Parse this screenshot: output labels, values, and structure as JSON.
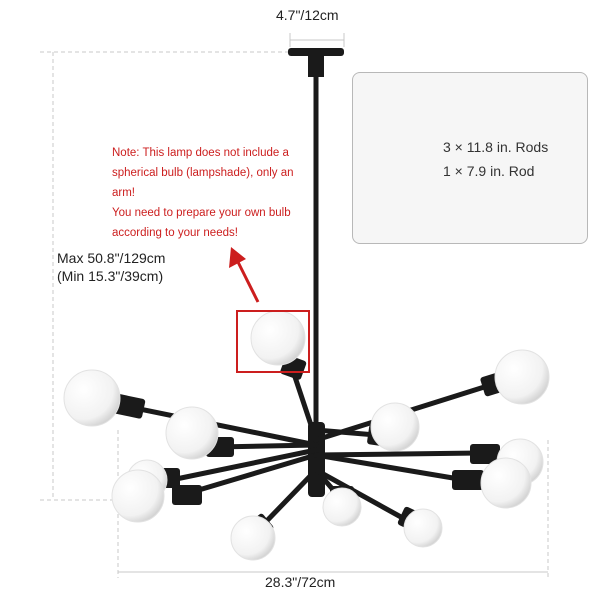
{
  "dimensions": {
    "canopy_width": "4.7\"/12cm",
    "overall_width": "28.3\"/72cm",
    "height_max": "Max 50.8\"/129cm",
    "height_min": "(Min 15.3\"/39cm)"
  },
  "note": {
    "line1": "Note: This lamp does not include a spherical bulb (lampshade), only an arm!",
    "line2": "You need to prepare your own bulb according to your needs!"
  },
  "rods_panel": {
    "line1": "3 × 11.8 in. Rods",
    "line2": "1 × 7.9 in. Rod"
  },
  "colors": {
    "note_text": "#cc1e1e",
    "highlight_box": "#cc1e1e",
    "fixture": "#1a1a1a",
    "bulb": "#f4f4f4",
    "dimension_lines": "#c8c8c8"
  },
  "fixture": {
    "arm_count": 12
  }
}
